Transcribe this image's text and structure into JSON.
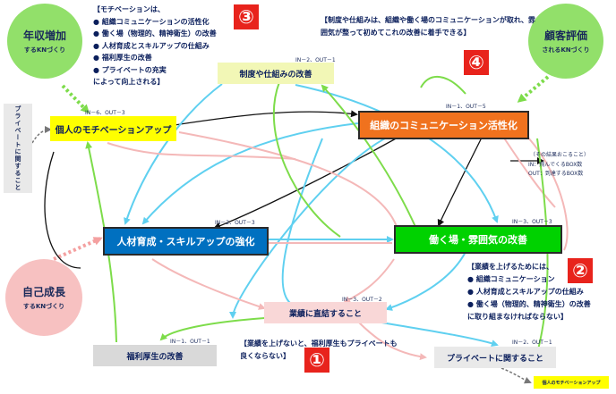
{
  "circles": {
    "income": {
      "title": "年収増加",
      "sub": "するKNづくり"
    },
    "customer": {
      "title": "顧客評価",
      "sub": "されるKNづくり"
    },
    "growth": {
      "title": "自己成長",
      "sub": "するKNづくり"
    }
  },
  "boxes": {
    "motivation": "個人のモチベーションアップ",
    "system": "制度や仕組みの改善",
    "communication": "組織のコミュニケーション活性化",
    "skill": "人材育成・スキルアップの強化",
    "workplace": "働く場・雰囲気の改善",
    "performance": "業績に直結すること",
    "welfare": "福利厚生の改善",
    "private": "プライベートに関すること",
    "private_side": "プライベートに関すること",
    "bottom_right": "個人のモチベーションアップ"
  },
  "io_labels": {
    "motivation": "IN－6、OUT－3",
    "system": "IN－2、OUT－1",
    "communication": "IN－1、OUT－5",
    "skill": "IN－2、OUT－3",
    "workplace": "IN－3、OUT－3",
    "performance": "IN－3、OUT－2",
    "welfare": "IN－1、OUT－1",
    "private": "IN－2、OUT－1"
  },
  "notes": {
    "note3": [
      "【モチベーションは、",
      "● 組織コミュニケーションの活性化",
      "● 働く場（物理的、精神衛生）の改善",
      "● 人材育成とスキルアップの仕組み",
      "● 福利厚生の改善",
      "● プライベートの充実",
      "によって向上される】"
    ],
    "note4": [
      "【制度や仕組みは、組織や働く場のコミュニケーションが取れ、雰",
      "囲気が整って初めてこれの改善に着手できる】"
    ],
    "note2": [
      "【業績を上げるためには、",
      "● 組織コミュニケーション",
      "● 人材育成とスキルアップの仕組み",
      "● 働く場（物理的、精神衛生）の改善",
      "に取り組まなければならない】"
    ],
    "note1": [
      "【業績を上げないと、福利厚生もプライベートも",
      "良くならない】"
    ]
  },
  "numbers": {
    "n1": "①",
    "n2": "②",
    "n3": "③",
    "n4": "④"
  },
  "legend": {
    "line1": "（その結果おこること）",
    "line2": "IN：飛んでくるBOX数",
    "line3": "OUT：到達するBOX数"
  },
  "colors": {
    "yellow": "#ffff00",
    "light_yellow": "#f2f7b6",
    "orange": "#f0721e",
    "blue": "#0070c0",
    "green": "#00d200",
    "pink": "#f9d7d7",
    "gray": "#d9d9d9",
    "circle_green": "#92e06a",
    "circle_pink": "#f7c1c1",
    "arrow_cyan": "#5fd0f0",
    "arrow_pink": "#f4b8b8",
    "arrow_green": "#7ddc4a",
    "arrow_black": "#111111",
    "red": "#e8231c"
  }
}
